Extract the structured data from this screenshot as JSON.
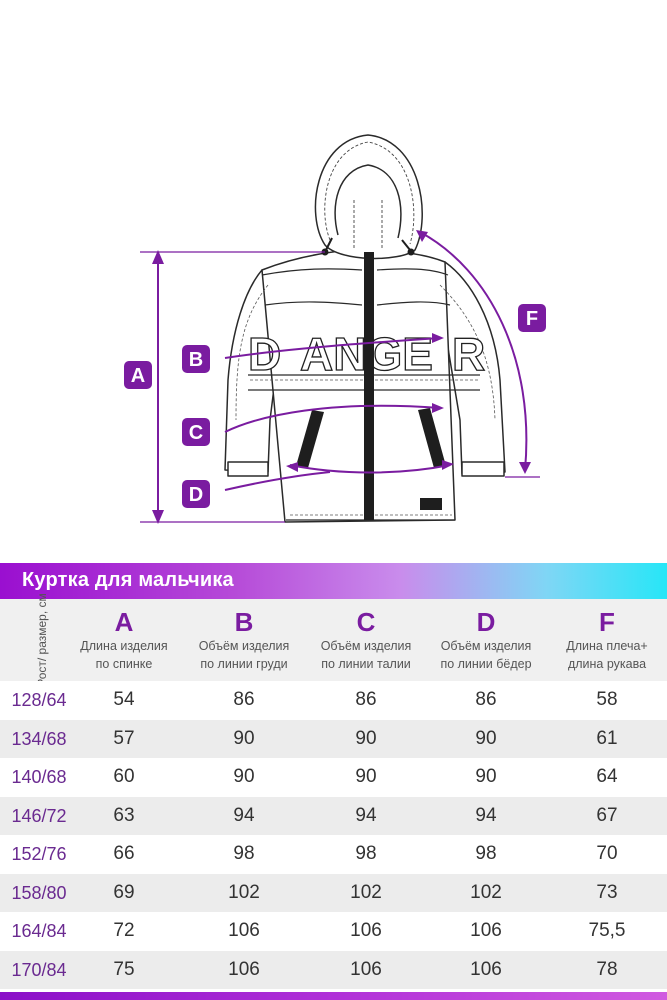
{
  "diagram": {
    "labels": [
      "A",
      "B",
      "C",
      "D",
      "F"
    ],
    "jacket_text": [
      "D",
      "ANGE",
      "R"
    ],
    "accent_color": "#7a1ca0"
  },
  "banner": {
    "title": "Куртка для мальчика"
  },
  "table": {
    "size_header": "Рост/ размер, см",
    "columns": [
      {
        "letter": "A",
        "desc1": "Длина изделия",
        "desc2": "по спинке"
      },
      {
        "letter": "B",
        "desc1": "Объём изделия",
        "desc2": "по линии груди"
      },
      {
        "letter": "C",
        "desc1": "Объём изделия",
        "desc2": "по линии талии"
      },
      {
        "letter": "D",
        "desc1": "Объём изделия",
        "desc2": "по линии бёдер"
      },
      {
        "letter": "F",
        "desc1": "Длина плеча+",
        "desc2": "длина рукава"
      }
    ],
    "rows": [
      {
        "size": "128/64",
        "values": [
          "54",
          "86",
          "86",
          "86",
          "58"
        ]
      },
      {
        "size": "134/68",
        "values": [
          "57",
          "90",
          "90",
          "90",
          "61"
        ]
      },
      {
        "size": "140/68",
        "values": [
          "60",
          "90",
          "90",
          "90",
          "64"
        ]
      },
      {
        "size": "146/72",
        "values": [
          "63",
          "94",
          "94",
          "94",
          "67"
        ]
      },
      {
        "size": "152/76",
        "values": [
          "66",
          "98",
          "98",
          "98",
          "70"
        ]
      },
      {
        "size": "158/80",
        "values": [
          "69",
          "102",
          "102",
          "102",
          "73"
        ]
      },
      {
        "size": "164/84",
        "values": [
          "72",
          "106",
          "106",
          "106",
          "75,5"
        ]
      },
      {
        "size": "170/84",
        "values": [
          "75",
          "106",
          "106",
          "106",
          "78"
        ]
      }
    ]
  }
}
